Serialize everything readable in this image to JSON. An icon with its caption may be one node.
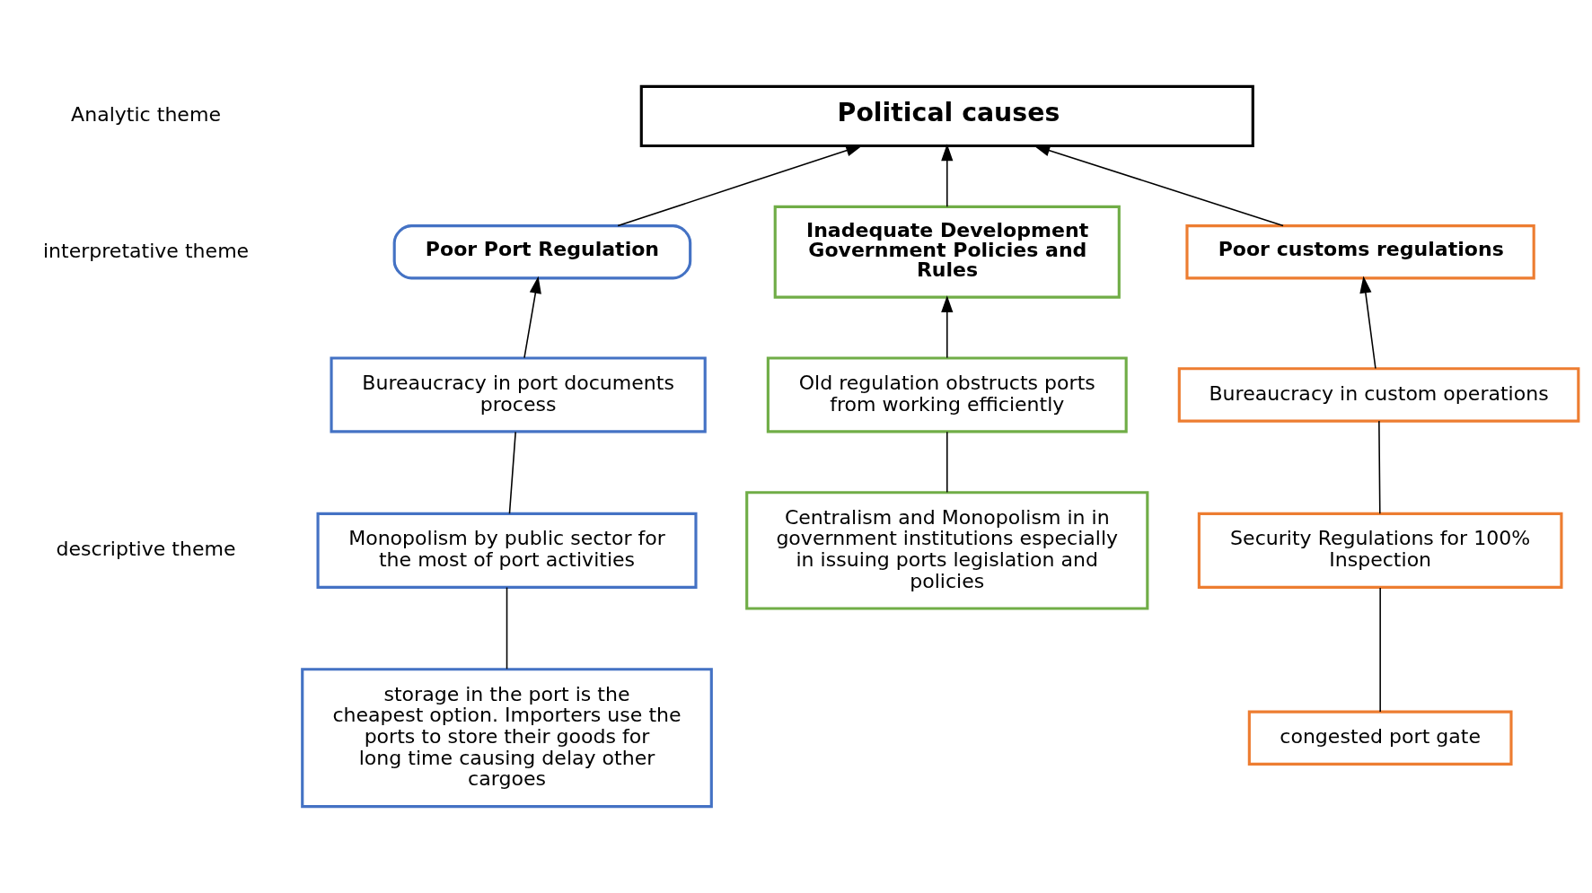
{
  "diagram": {
    "nodes": [
      {
        "text": [
          "Political causes"
        ]
      },
      {
        "text": [
          "Poor Port Regulation"
        ]
      },
      {
        "text": [
          "Inadequate Development Government Policies and Rules"
        ]
      },
      {
        "text": [
          "Poor customs regulations"
        ]
      },
      {
        "text": [
          "Bureaucracy in port documents process"
        ]
      },
      {
        "text": [
          "Monopolism by public sector for the most of port activities"
        ]
      },
      {
        "text": [
          "storage in the port is the cheapest option. Importers use the ports to store their goods for long time causing delay other cargoes"
        ]
      },
      {
        "text": [
          "Old regulation obstructs ports from working efficiently"
        ]
      },
      {
        "text": [
          "Centralism and Monopolism in in government institutions especially in issuing ports legislation and policies"
        ]
      },
      {
        "text": [
          "Bureaucracy in custom operations"
        ]
      },
      {
        "text": [
          "Security Regulations for 100% Inspection"
        ]
      },
      {
        "text": [
          "congested port gate"
        ]
      }
    ],
    "edges": [
      {
        "from": 1,
        "to": 0,
        "arrow": "to"
      },
      {
        "from": 2,
        "to": 0,
        "arrow": "to"
      },
      {
        "from": 3,
        "to": 0,
        "arrow": "to"
      },
      {
        "from": 4,
        "to": 1,
        "arrow": "to"
      },
      {
        "from": 5,
        "to": 4,
        "arrow": "none"
      },
      {
        "from": 6,
        "to": 5,
        "arrow": "none"
      },
      {
        "from": 7,
        "to": 2,
        "arrow": "to"
      },
      {
        "from": 8,
        "to": 7,
        "arrow": "none"
      },
      {
        "from": 9,
        "to": 3,
        "arrow": "to"
      },
      {
        "from": 10,
        "to": 9,
        "arrow": "none"
      },
      {
        "from": 11,
        "to": 10,
        "arrow": "none"
      }
    ],
    "labels": [
      "Analytic theme",
      "interpretative theme",
      "descriptive theme"
    ]
  }
}
